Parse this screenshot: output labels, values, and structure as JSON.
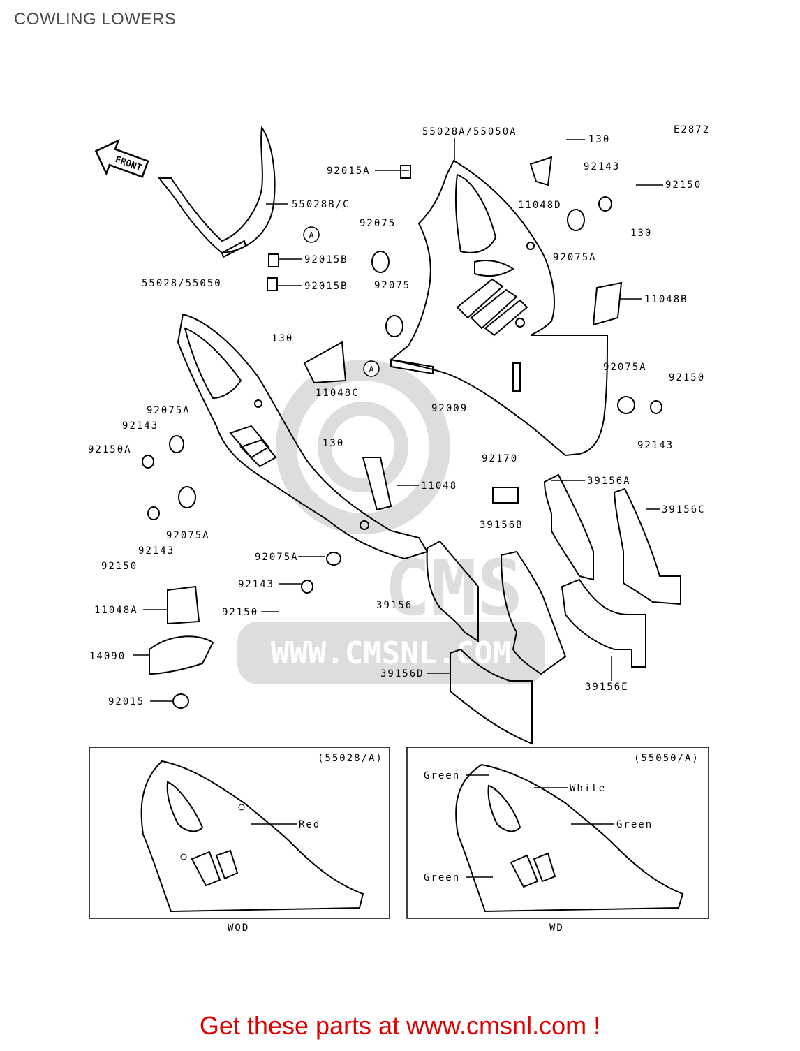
{
  "page": {
    "title": "COWLING LOWERS",
    "diagram_code": "E2872"
  },
  "front_arrow": {
    "label": "FRONT"
  },
  "watermark": {
    "text": "WWW.CMSNL.COM",
    "logo": "CMS"
  },
  "callouts": [
    "55028A/55050A",
    "130",
    "92150",
    "92143",
    "11048D",
    "92015A",
    "92075",
    "55028B/C",
    "92015B",
    "92015B",
    "92075A",
    "92075",
    "130",
    "11048B",
    "55028/55050",
    "130",
    "11048C",
    "92075A",
    "92150",
    "92009",
    "92075A",
    "92143",
    "92150A",
    "92143",
    "130",
    "11048",
    "92170",
    "39156A",
    "39156C",
    "92075A",
    "92150",
    "92143",
    "39156B",
    "92143",
    "92075A",
    "11048A",
    "92150",
    "39156",
    "14090",
    "39156D",
    "39156E",
    "92015",
    "A",
    "A"
  ],
  "insets": [
    {
      "code": "(55028/A)",
      "variant": "WOD",
      "colors": [
        "Red"
      ]
    },
    {
      "code": "(55050/A)",
      "variant": "WD",
      "colors": [
        "Green",
        "White",
        "Green",
        "Green"
      ]
    }
  ],
  "footer": {
    "text": "Get these parts at www.cmsnl.com !",
    "color": "#e00000"
  }
}
